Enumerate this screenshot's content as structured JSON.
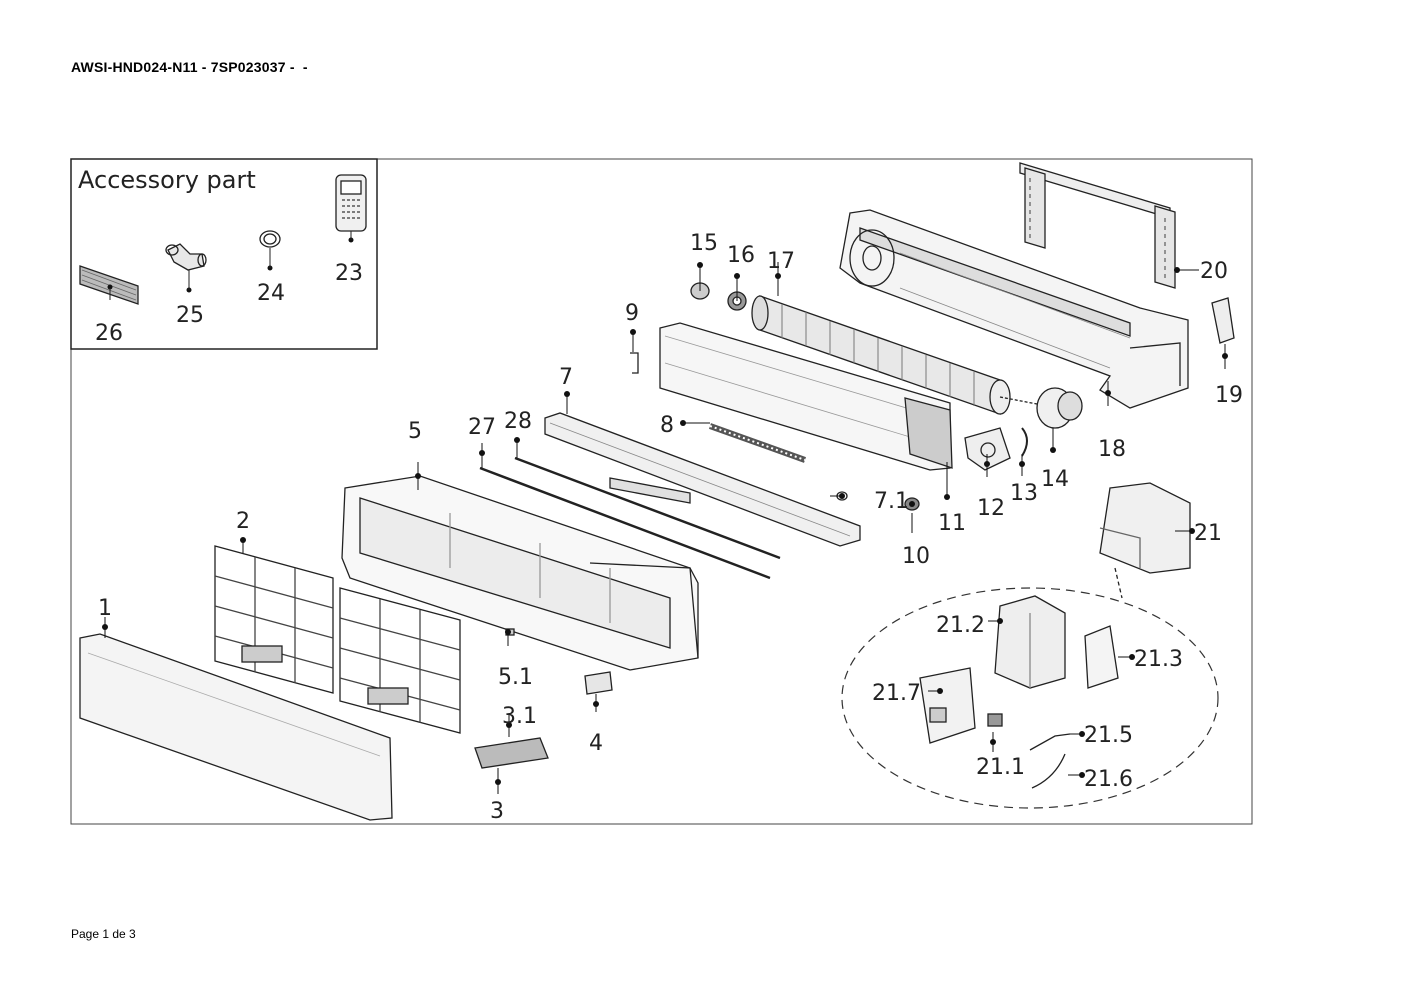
{
  "header": {
    "title": "AWSI-HND024-N11 - 7SP023037 -  -"
  },
  "accessory_box": {
    "title": "Accessory part"
  },
  "callouts": [
    {
      "label": "1"
    },
    {
      "label": "2"
    },
    {
      "label": "3"
    },
    {
      "label": "3.1"
    },
    {
      "label": "4"
    },
    {
      "label": "5"
    },
    {
      "label": "5.1"
    },
    {
      "label": "7"
    },
    {
      "label": "7.1"
    },
    {
      "label": "8"
    },
    {
      "label": "9"
    },
    {
      "label": "10"
    },
    {
      "label": "11"
    },
    {
      "label": "12"
    },
    {
      "label": "13"
    },
    {
      "label": "14"
    },
    {
      "label": "15"
    },
    {
      "label": "16"
    },
    {
      "label": "17"
    },
    {
      "label": "18"
    },
    {
      "label": "19"
    },
    {
      "label": "20"
    },
    {
      "label": "21"
    },
    {
      "label": "21.1"
    },
    {
      "label": "21.2"
    },
    {
      "label": "21.3"
    },
    {
      "label": "21.5"
    },
    {
      "label": "21.6"
    },
    {
      "label": "21.7"
    },
    {
      "label": "23"
    },
    {
      "label": "24"
    },
    {
      "label": "25"
    },
    {
      "label": "26"
    },
    {
      "label": "27"
    },
    {
      "label": "28"
    }
  ],
  "footer": {
    "page": "Page 1 de 3"
  }
}
